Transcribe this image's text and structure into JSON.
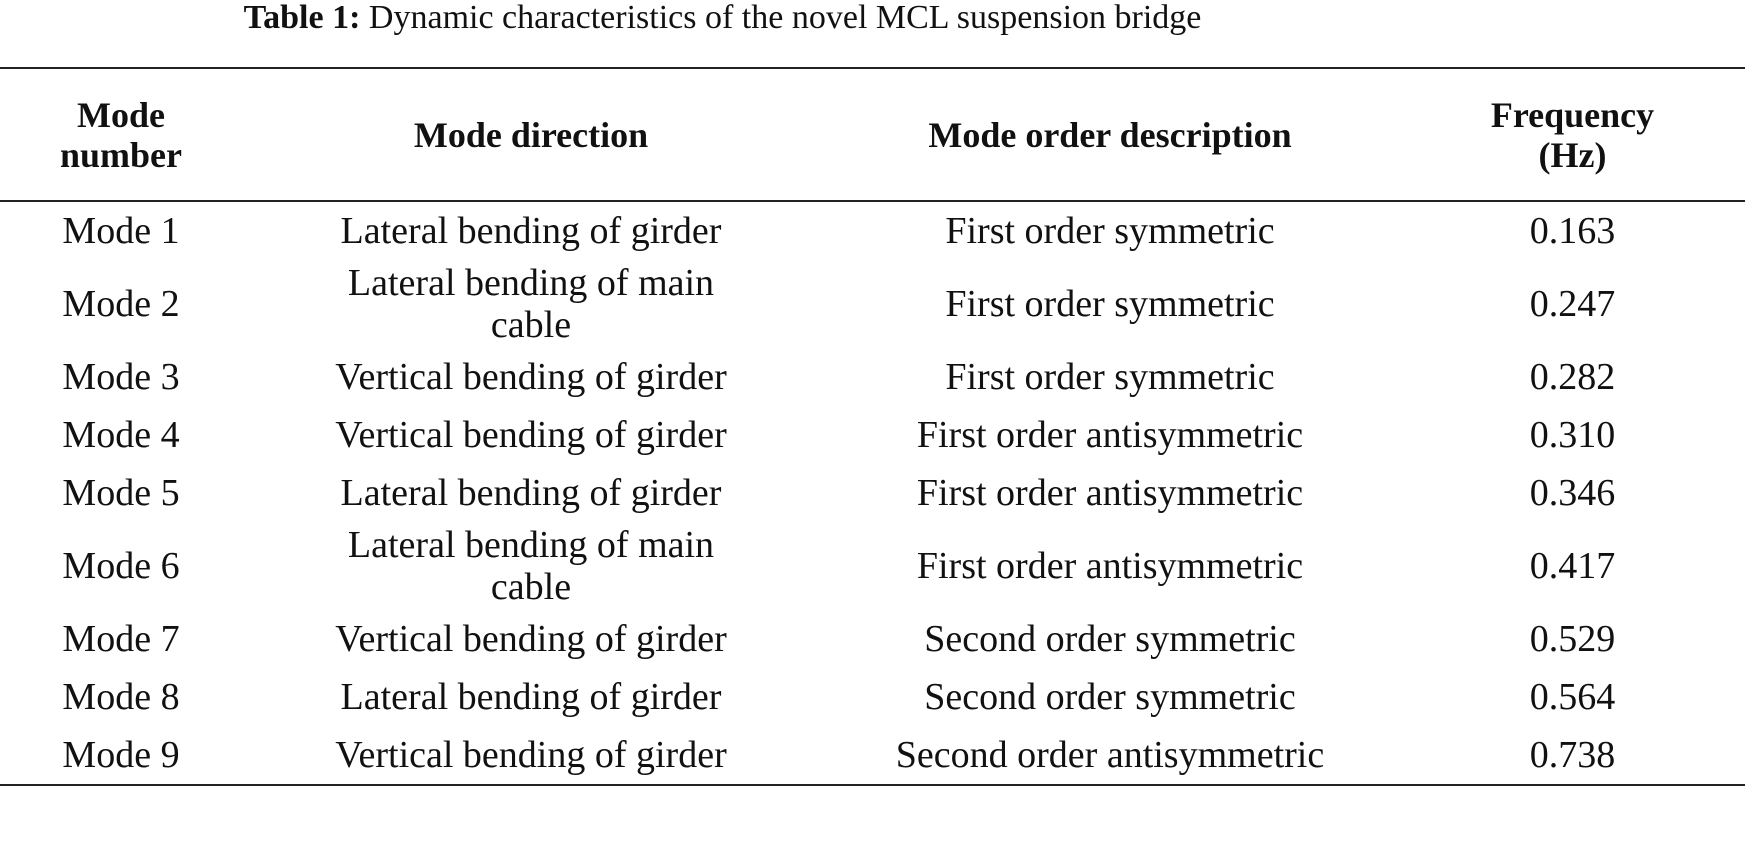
{
  "caption": {
    "label": "Table 1:",
    "text": "Dynamic characteristics of the novel MCL suspension bridge"
  },
  "table": {
    "headers": [
      "Mode number",
      "Mode direction",
      "Mode order description",
      "Frequency (Hz)"
    ],
    "rows": [
      [
        "Mode 1",
        "Lateral bending of girder",
        "First order symmetric",
        "0.163"
      ],
      [
        "Mode 2",
        "Lateral bending of main cable",
        "First order symmetric",
        "0.247"
      ],
      [
        "Mode 3",
        "Vertical bending of girder",
        "First order symmetric",
        "0.282"
      ],
      [
        "Mode 4",
        "Vertical bending of girder",
        "First order antisymmetric",
        "0.310"
      ],
      [
        "Mode 5",
        "Lateral bending of girder",
        "First order antisymmetric",
        "0.346"
      ],
      [
        "Mode 6",
        "Lateral bending of main cable",
        "First order antisymmetric",
        "0.417"
      ],
      [
        "Mode 7",
        "Vertical bending of girder",
        "Second order symmetric",
        "0.529"
      ],
      [
        "Mode 8",
        "Lateral bending of girder",
        "Second order symmetric",
        "0.564"
      ],
      [
        "Mode 9",
        "Vertical bending of girder",
        "Second order antisymmetric",
        "0.738"
      ]
    ]
  }
}
